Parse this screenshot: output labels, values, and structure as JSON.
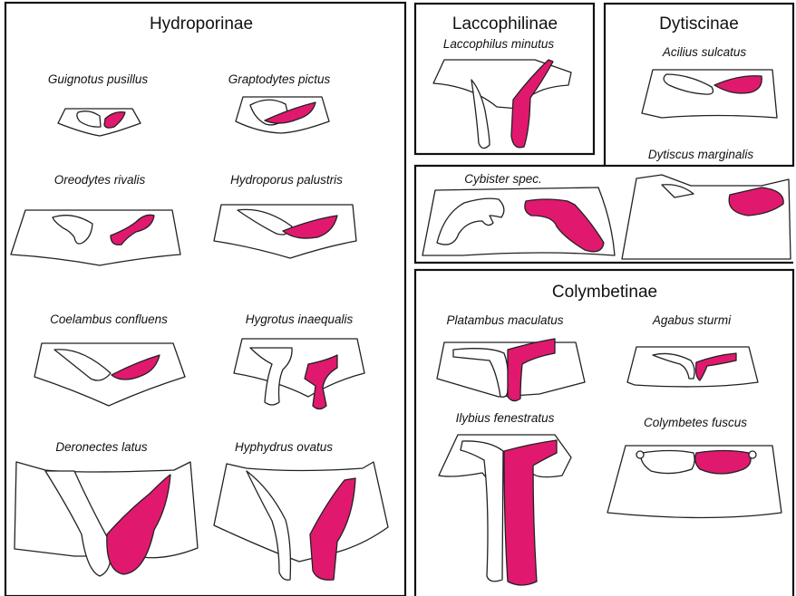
{
  "colors": {
    "highlight": "#e0196f",
    "outline": "#222222",
    "background": "#ffffff"
  },
  "panels": {
    "hydroporinae": {
      "title": "Hydroporinae",
      "species": [
        "Guignotus pusillus",
        "Graptodytes pictus",
        "Oreodytes rivalis",
        "Hydroporus palustris",
        "Coelambus confluens",
        "Hygrotus inaequalis",
        "Deronectes latus",
        "Hyphydrus ovatus"
      ]
    },
    "laccophilinae": {
      "title": "Laccophilinae",
      "species": [
        "Laccophilus minutus"
      ]
    },
    "dytiscinae": {
      "title": "Dytiscinae",
      "species": [
        "Acilius sulcatus",
        "Dytiscus marginalis",
        "Cybister spec."
      ]
    },
    "colymbetinae": {
      "title": "Colymbetinae",
      "species": [
        "Platambus maculatus",
        "Agabus sturmi",
        "Ilybius fenestratus",
        "Colymbetes fuscus"
      ]
    }
  }
}
